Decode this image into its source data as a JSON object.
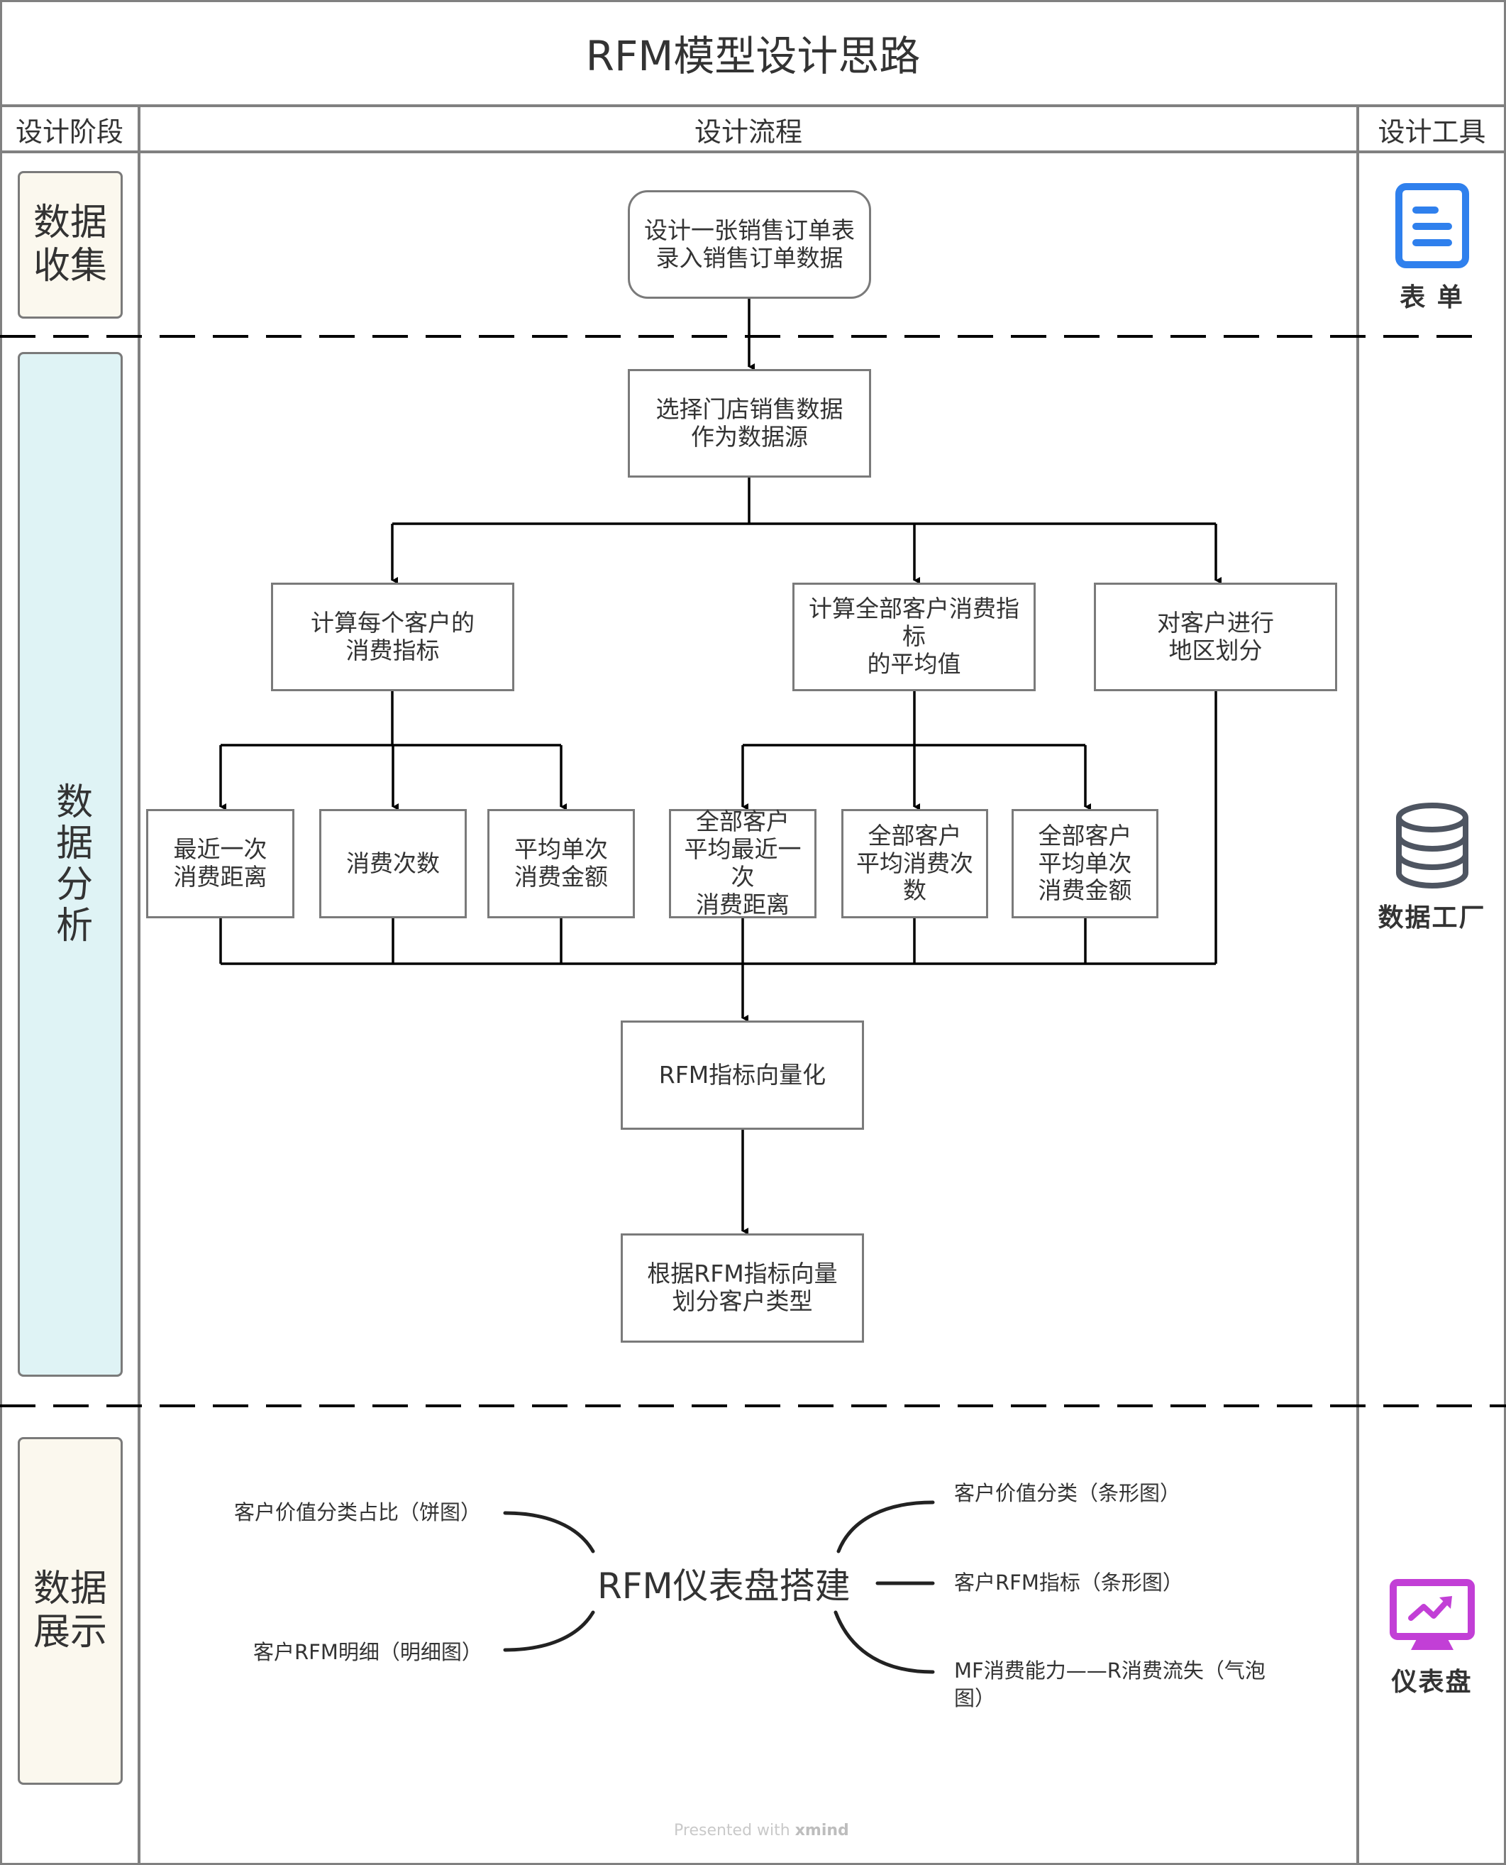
{
  "title": "RFM模型设计思路",
  "headers": {
    "stage": "设计阶段",
    "flow": "设计流程",
    "tools": "设计工具"
  },
  "stages": [
    {
      "label": "数据\n收集"
    },
    {
      "label": "数据分析"
    },
    {
      "label": "数据\n展示"
    }
  ],
  "tools": [
    {
      "icon": "document-icon",
      "label": "表 单",
      "color": "#2f80ed"
    },
    {
      "icon": "database-icon",
      "label": "数据工厂",
      "color": "#4e5561"
    },
    {
      "icon": "dashboard-monitor-icon",
      "label": "仪表盘",
      "color": "#c23fd6"
    }
  ],
  "flow": {
    "step1": "设计一张销售订单表\n录入销售订单数据",
    "step2": "选择门店销售数据\n作为数据源",
    "branch_per_customer": "计算每个客户的\n消费指标",
    "branch_average": "计算全部客户消费指标\n的平均值",
    "branch_region": "对客户进行\n地区划分",
    "per_customer_metrics": [
      "最近一次\n消费距离",
      "消费次数",
      "平均单次\n消费金额"
    ],
    "average_metrics": [
      "全部客户\n平均最近一次\n消费距离",
      "全部客户\n平均消费次数",
      "全部客户\n平均单次\n消费金额"
    ],
    "vectorize": "RFM指标向量化",
    "classify": "根据RFM指标向量\n划分客户类型"
  },
  "mindmap": {
    "center": "RFM仪表盘搭建",
    "left": [
      "客户价值分类占比（饼图）",
      "客户RFM明细（明细图）"
    ],
    "right": [
      "客户价值分类（条形图）",
      "客户RFM指标（条形图）",
      "MF消费能力——R消费流失（气泡图）"
    ]
  },
  "watermark": {
    "prefix": "Presented with",
    "brand": "xmind"
  }
}
